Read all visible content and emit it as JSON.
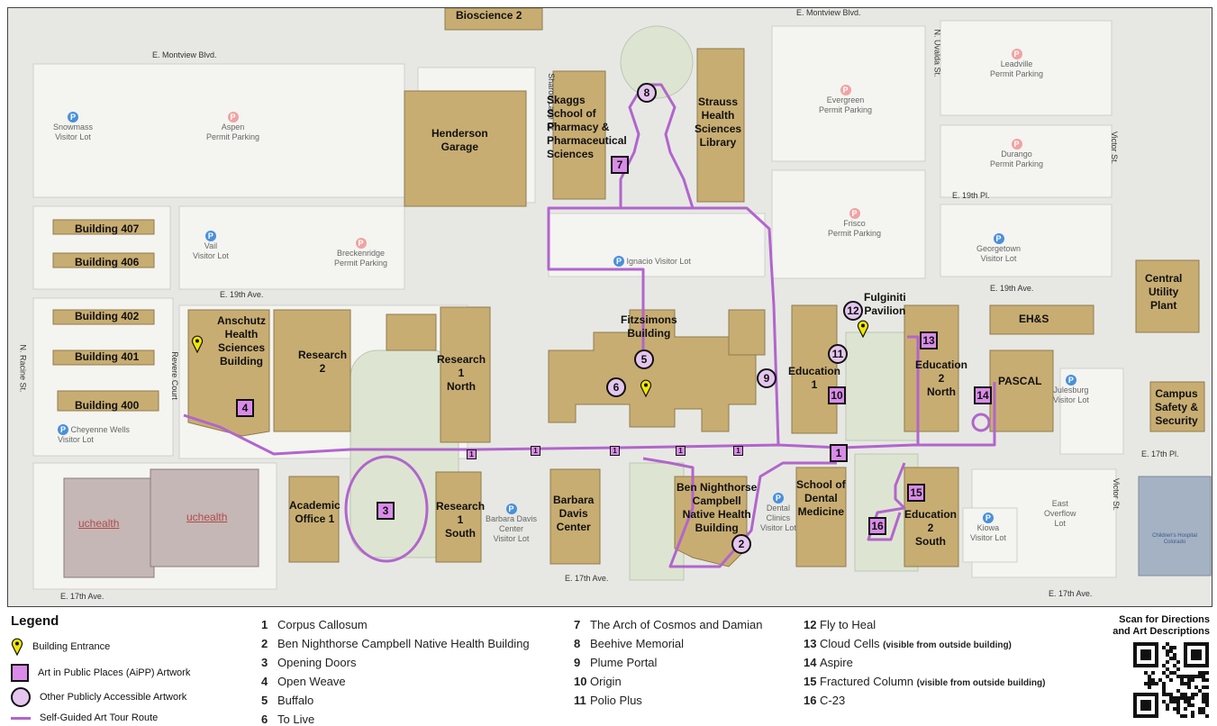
{
  "colors": {
    "building": "#c8ad72",
    "route": "#b265cc",
    "aipp_art": "#d98be8",
    "other_art": "#e4c6ef",
    "parking_public": "#4a90d9",
    "parking_permit": "#f0a3a3",
    "entrance_pin": "#f2e600"
  },
  "streets": {
    "montview_top": "E. Montview Blvd.",
    "montview_left": "E. Montview Blvd.",
    "sharon_lane": "Sharon Lane Dr.",
    "n_uvalda": "N. Uvalda St.",
    "victor_top": "Victor St.",
    "victor_bottom": "Victor St.",
    "e19th_pl": "E. 19th Pl.",
    "e19th_ave_left": "E. 19th Ave.",
    "e19th_ave_right": "E. 19th Ave.",
    "revere_court": "Revere Court",
    "n_racine": "N. Racine St.",
    "e17th_pl": "E. 17th Pl.",
    "e17th_ave_left": "E. 17th Ave.",
    "e17th_ave_mid": "E. 17th Ave.",
    "e17th_ave_right": "E. 17th Ave."
  },
  "buildings": [
    {
      "key": "bioscience2",
      "label": "Bioscience 2"
    },
    {
      "key": "henderson",
      "label": "Henderson\nGarage"
    },
    {
      "key": "skaggs",
      "label": "Skaggs\nSchool of\nPharmacy &\nPharmaceutical\nSciences"
    },
    {
      "key": "strauss",
      "label": "Strauss\nHealth\nSciences\nLibrary"
    },
    {
      "key": "b407",
      "label": "Building 407"
    },
    {
      "key": "b406",
      "label": "Building 406"
    },
    {
      "key": "b402",
      "label": "Building 402"
    },
    {
      "key": "b401",
      "label": "Building 401"
    },
    {
      "key": "b400",
      "label": "Building 400"
    },
    {
      "key": "anschutz",
      "label": "Anschutz\nHealth\nSciences\nBuilding"
    },
    {
      "key": "research2",
      "label": "Research\n2"
    },
    {
      "key": "research1n",
      "label": "Research\n1\nNorth"
    },
    {
      "key": "fitzsimons",
      "label": "Fitzsimons\nBuilding"
    },
    {
      "key": "education1",
      "label": "Education\n1"
    },
    {
      "key": "fulginiti",
      "label": "Fulginiti\nPavilion"
    },
    {
      "key": "education2n",
      "label": "Education\n2\nNorth"
    },
    {
      "key": "ehs",
      "label": "EH&S"
    },
    {
      "key": "pascal",
      "label": "PASCAL"
    },
    {
      "key": "central",
      "label": "Central\nUtility\nPlant"
    },
    {
      "key": "campussafety",
      "label": "Campus\nSafety &\nSecurity"
    },
    {
      "key": "academic",
      "label": "Academic\nOffice 1"
    },
    {
      "key": "research1s",
      "label": "Research\n1\nSouth"
    },
    {
      "key": "barbara",
      "label": "Barbara\nDavis\nCenter"
    },
    {
      "key": "bennighthorse",
      "label": "Ben Nighthorse\nCampbell\nNative Health\nBuilding"
    },
    {
      "key": "dental",
      "label": "School of\nDental\nMedicine"
    },
    {
      "key": "education2s",
      "label": "Education\n2\nSouth"
    },
    {
      "key": "uchealth1",
      "label": "uchealth"
    },
    {
      "key": "uchealth2",
      "label": "uchealth"
    }
  ],
  "lots": [
    {
      "key": "snowmass",
      "label": "Snowmass\nVisitor Lot",
      "type": "public"
    },
    {
      "key": "aspen",
      "label": "Aspen\nPermit Parking",
      "type": "permit"
    },
    {
      "key": "vail",
      "label": "Vail\nVisitor Lot",
      "type": "public"
    },
    {
      "key": "breckenridge",
      "label": "Breckenridge\nPermit Parking",
      "type": "permit"
    },
    {
      "key": "ignacio",
      "label": "Ignacio Visitor Lot",
      "type": "public"
    },
    {
      "key": "cheyenne",
      "label": "Cheyenne Wells\nVisitor Lot",
      "type": "public"
    },
    {
      "key": "evergreen",
      "label": "Evergreen\nPermit Parking",
      "type": "permit"
    },
    {
      "key": "leadville",
      "label": "Leadville\nPermit Parking",
      "type": "permit"
    },
    {
      "key": "durango",
      "label": "Durango\nPermit Parking",
      "type": "permit"
    },
    {
      "key": "frisco",
      "label": "Frisco\nPermit Parking",
      "type": "permit"
    },
    {
      "key": "georgetown",
      "label": "Georgetown\nVisitor Lot",
      "type": "public"
    },
    {
      "key": "julesburg",
      "label": "Julesburg\nVisitor Lot",
      "type": "public"
    },
    {
      "key": "barbaralot",
      "label": "Barbara Davis\nCenter\nVisitor Lot",
      "type": "public"
    },
    {
      "key": "dentallot",
      "label": "Dental\nClinics\nVisitor Lot",
      "type": "public"
    },
    {
      "key": "kiowa",
      "label": "Kiowa\nVisitor Lot",
      "type": "public"
    },
    {
      "key": "eastoverflow",
      "label": "East\nOverflow\nLot",
      "type": "none"
    }
  ],
  "art_markers": [
    {
      "num": "1",
      "kind": "aipp"
    },
    {
      "num": "1",
      "kind": "aipp_small"
    },
    {
      "num": "1",
      "kind": "aipp_small"
    },
    {
      "num": "1",
      "kind": "aipp_small"
    },
    {
      "num": "1",
      "kind": "aipp_small"
    },
    {
      "num": "1",
      "kind": "aipp_small"
    },
    {
      "num": "2",
      "kind": "other"
    },
    {
      "num": "3",
      "kind": "aipp"
    },
    {
      "num": "4",
      "kind": "aipp"
    },
    {
      "num": "5",
      "kind": "other"
    },
    {
      "num": "6",
      "kind": "other"
    },
    {
      "num": "7",
      "kind": "aipp"
    },
    {
      "num": "8",
      "kind": "other"
    },
    {
      "num": "9",
      "kind": "other"
    },
    {
      "num": "10",
      "kind": "aipp"
    },
    {
      "num": "11",
      "kind": "other"
    },
    {
      "num": "12",
      "kind": "other"
    },
    {
      "num": "13",
      "kind": "aipp"
    },
    {
      "num": "14",
      "kind": "aipp"
    },
    {
      "num": "15",
      "kind": "aipp"
    },
    {
      "num": "16",
      "kind": "aipp"
    }
  ],
  "legend": {
    "title": "Legend",
    "entries": [
      {
        "label": "Building Entrance"
      },
      {
        "label": "Art in Public Places (AiPP) Artwork"
      },
      {
        "label": "Other Publicly Accessible Artwork"
      },
      {
        "label": "Self-Guided Art Tour Route"
      }
    ]
  },
  "artworks": [
    {
      "num": "1",
      "title": "Corpus Callosum",
      "note": ""
    },
    {
      "num": "2",
      "title": "Ben Nighthorse Campbell Native Health Building",
      "note": ""
    },
    {
      "num": "3",
      "title": "Opening Doors",
      "note": ""
    },
    {
      "num": "4",
      "title": "Open Weave",
      "note": ""
    },
    {
      "num": "5",
      "title": "Buffalo",
      "note": ""
    },
    {
      "num": "6",
      "title": "To Live",
      "note": ""
    },
    {
      "num": "7",
      "title": "The Arch of Cosmos and Damian",
      "note": ""
    },
    {
      "num": "8",
      "title": "Beehive Memorial",
      "note": ""
    },
    {
      "num": "9",
      "title": "Plume Portal",
      "note": ""
    },
    {
      "num": "10",
      "title": "Origin",
      "note": ""
    },
    {
      "num": "11",
      "title": "Polio Plus",
      "note": ""
    },
    {
      "num": "12",
      "title": "Fly to Heal",
      "note": ""
    },
    {
      "num": "13",
      "title": "Cloud Cells",
      "note": "(visible from outside building)"
    },
    {
      "num": "14",
      "title": "Aspire",
      "note": ""
    },
    {
      "num": "15",
      "title": "Fractured Column",
      "note": "(visible from outside building)"
    },
    {
      "num": "16",
      "title": "C-23",
      "note": ""
    }
  ],
  "scan_text": "Scan for Directions\nand Art Descriptions",
  "map_small_text": "Children's Hospital Colorado"
}
